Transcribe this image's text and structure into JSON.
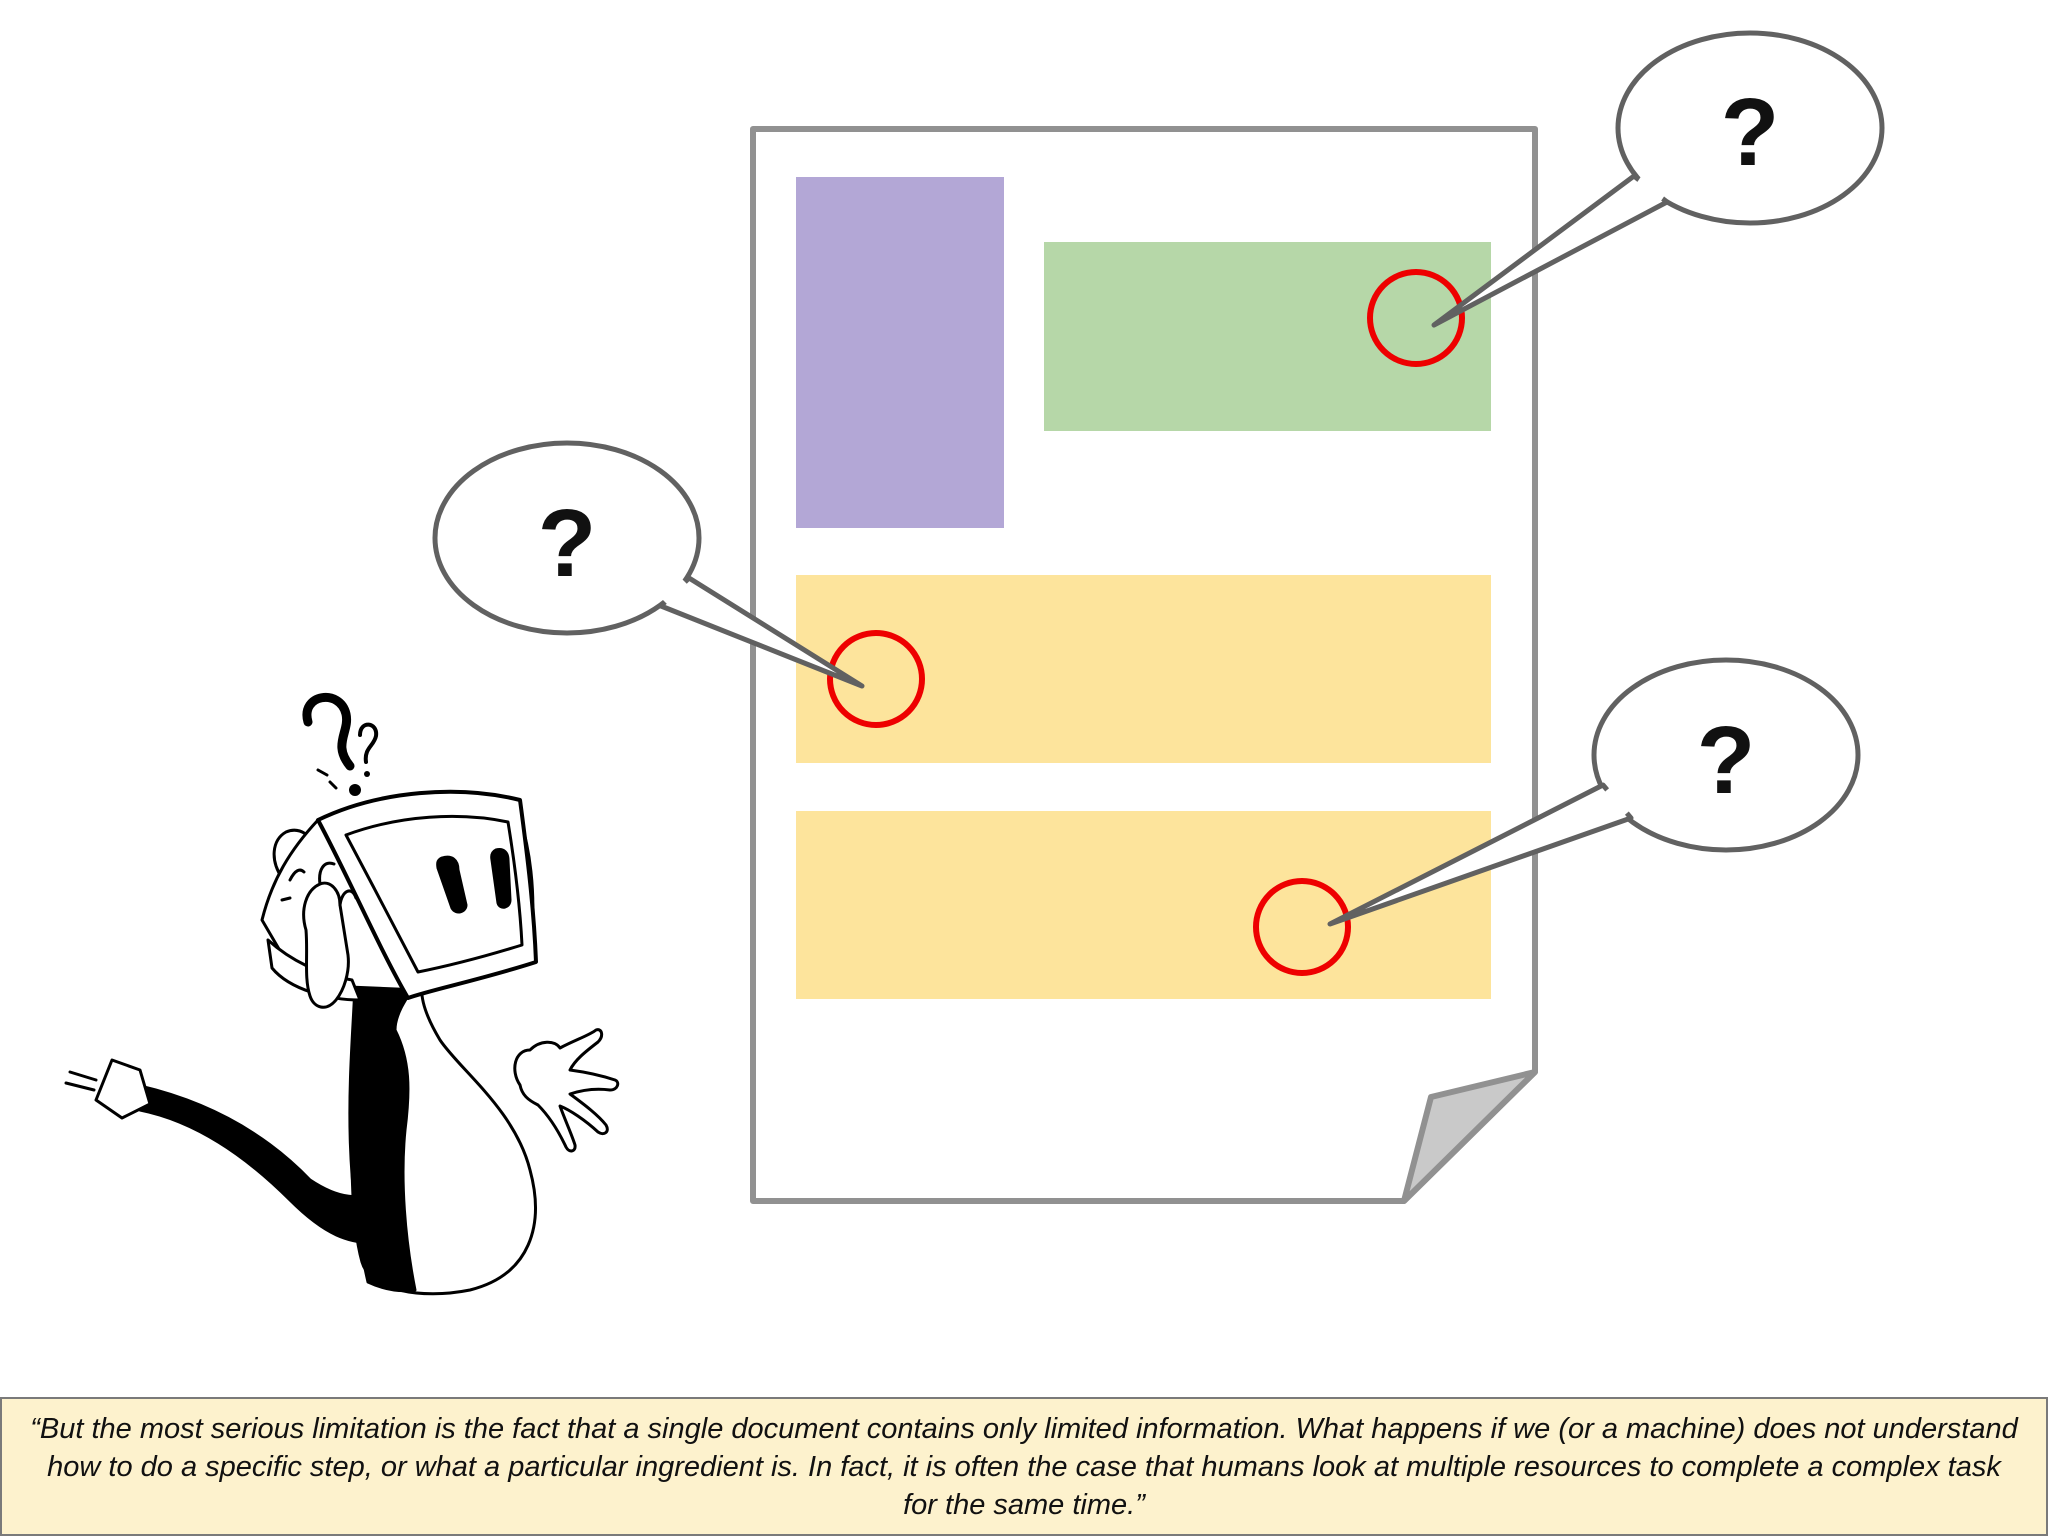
{
  "colors": {
    "document_border": "#919191",
    "purple_block": "#b3a7d6",
    "green_block": "#b6d7a8",
    "yellow_block": "#fde49c",
    "marker_circle": "#ee0000",
    "bubble_stroke": "#616161",
    "caption_background": "#fdf2cd"
  },
  "icons": [
    "confused-robot-icon",
    "speech-bubble-icon",
    "question-mark-icon",
    "highlight-circle-icon"
  ],
  "bubbles": [
    {
      "symbol": "?",
      "target": "green-block"
    },
    {
      "symbol": "?",
      "target": "yellow-block-top"
    },
    {
      "symbol": "?",
      "target": "yellow-block-bottom"
    }
  ],
  "caption": {
    "text": "“But the most serious limitation is the fact that a single document contains only limited information. What happens if we (or a machine) does not understand how to do a specific step, or what a particular ingredient is. In fact, it is often the case that humans look at multiple resources to complete a complex task for the same time.”"
  }
}
